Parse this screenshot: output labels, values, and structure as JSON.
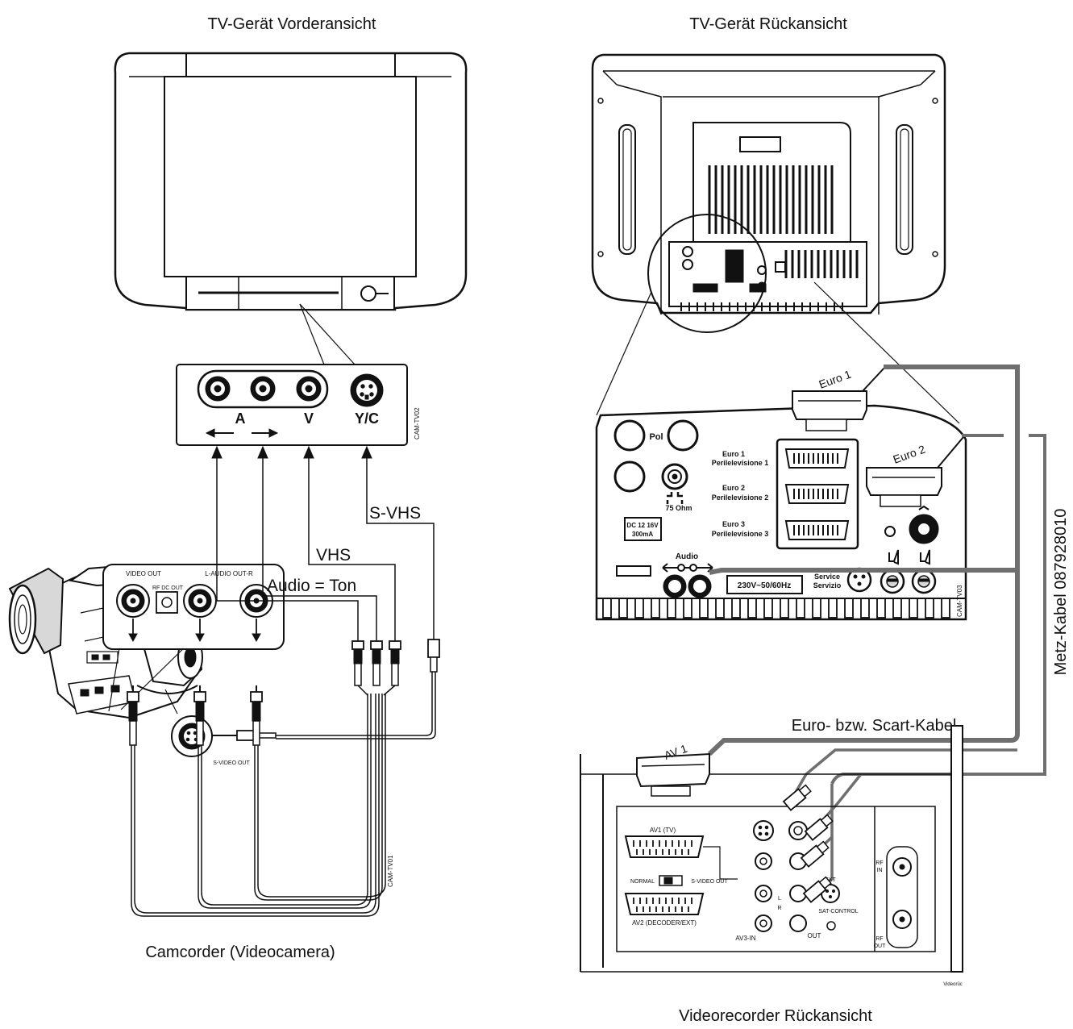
{
  "titles": {
    "tv_front": "TV-Gerät Vorderansicht",
    "tv_back": "TV-Gerät Rückansicht",
    "camcorder": "Camcorder (Videocamera)",
    "vcr_back": "Videorecorder Rückansicht"
  },
  "tv_front_panel": {
    "label_a": "A",
    "label_v": "V",
    "label_yc": "Y/C",
    "code": "CAM-TV02"
  },
  "cable_labels": {
    "svhs": "S-VHS",
    "vhs": "VHS",
    "audio": "Audio = Ton",
    "scart": "Euro- bzw. Scart-Kabel",
    "metz": "Metz-Kabel 087928010"
  },
  "tv_back_panel": {
    "euro1_plug": "Euro 1",
    "euro2_plug": "Euro 2",
    "pol": "Pol",
    "euro1_line1": "Euro 1",
    "euro1_line2": "Perilelevisione 1",
    "euro2_line1": "Euro 2",
    "euro2_line2": "Perilelevisione 2",
    "euro3_line1": "Euro 3",
    "euro3_line2": "Perilelevisione 3",
    "ohm": "75 Ohm",
    "dc_line1": "DC 12 16V",
    "dc_line2": "300mA",
    "audio": "Audio",
    "mains": "230V~50/60Hz",
    "service1": "Service",
    "service2": "Servizio",
    "code": "CAM-TV03"
  },
  "camcorder_panel": {
    "video_out": "VIDEO OUT",
    "rf_dc_out": "RF DC OUT",
    "audio_out": "L-AUDIO OUT-R",
    "svideo_out": "S-VIDEO OUT",
    "code": "CAM-TV01"
  },
  "vcr_panel": {
    "av1_plug": "AV 1",
    "av1_tv": "AV1 (TV)",
    "normal": "NORMAL",
    "svideo_out": "S-VIDEO OUT",
    "av2": "AV2 (DECODER/EXT)",
    "av3_in": "AV3-IN",
    "out": "OUT",
    "sat_control": "SAT-CONTROL",
    "ext": "EXT",
    "l": "L",
    "r": "R",
    "rf_in_1": "RF",
    "rf_in_2": "IN",
    "rf_out_1": "RF",
    "rf_out_2": "OUT",
    "code": "Videorüc"
  }
}
